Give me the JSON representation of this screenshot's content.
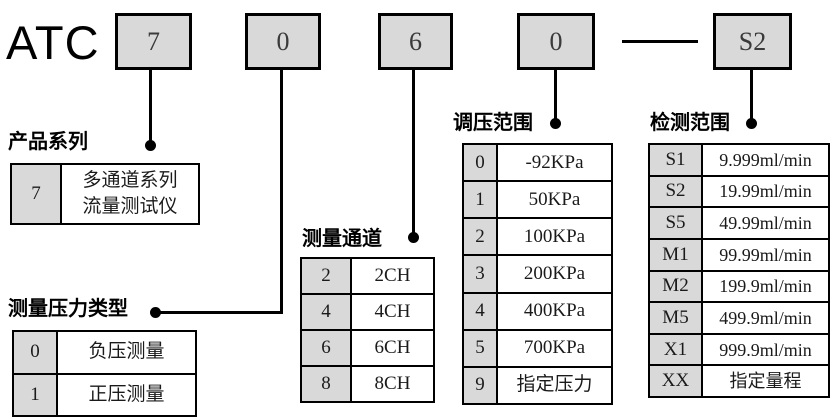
{
  "model": {
    "prefix": "ATC",
    "boxes": [
      "7",
      "0",
      "6",
      "0",
      "S2"
    ],
    "separator": "—"
  },
  "sections": {
    "product_series": {
      "title": "产品系列",
      "rows": [
        {
          "code": "7",
          "label": "多通道系列\n流量测试仪"
        }
      ]
    },
    "pressure_type": {
      "title": "测量压力类型",
      "rows": [
        {
          "code": "0",
          "label": "负压测量"
        },
        {
          "code": "1",
          "label": "正压测量"
        }
      ]
    },
    "channels": {
      "title": "测量通道",
      "rows": [
        {
          "code": "2",
          "label": "2CH"
        },
        {
          "code": "4",
          "label": "4CH"
        },
        {
          "code": "6",
          "label": "6CH"
        },
        {
          "code": "8",
          "label": "8CH"
        }
      ]
    },
    "pressure_range": {
      "title": "调压范围",
      "rows": [
        {
          "code": "0",
          "label": "-92KPa"
        },
        {
          "code": "1",
          "label": "50KPa"
        },
        {
          "code": "2",
          "label": "100KPa"
        },
        {
          "code": "3",
          "label": "200KPa"
        },
        {
          "code": "4",
          "label": "400KPa"
        },
        {
          "code": "5",
          "label": "700KPa"
        },
        {
          "code": "9",
          "label": "指定压力"
        }
      ]
    },
    "detection_range": {
      "title": "检测范围",
      "rows": [
        {
          "code": "S1",
          "label": "9.999ml/min"
        },
        {
          "code": "S2",
          "label": "19.99ml/min"
        },
        {
          "code": "S5",
          "label": "49.99ml/min"
        },
        {
          "code": "M1",
          "label": "99.99ml/min"
        },
        {
          "code": "M2",
          "label": "199.9ml/min"
        },
        {
          "code": "M5",
          "label": "499.9ml/min"
        },
        {
          "code": "X1",
          "label": "999.9ml/min"
        },
        {
          "code": "XX",
          "label": "指定量程"
        }
      ]
    }
  },
  "colors": {
    "box_fill": "#d9d9d9",
    "line": "#000000",
    "background": "#ffffff"
  }
}
